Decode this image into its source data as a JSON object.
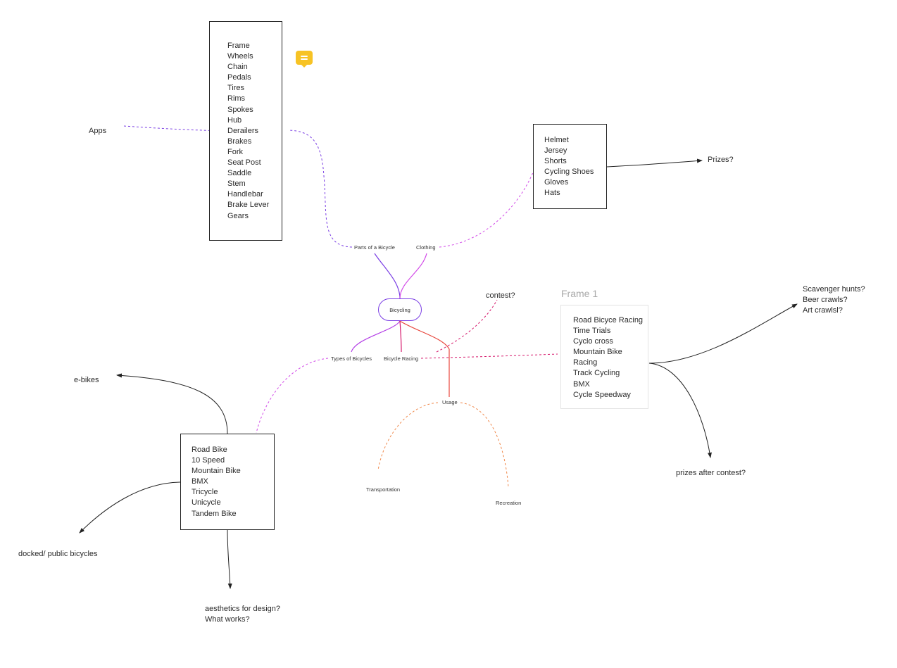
{
  "center": {
    "label": "Bicycling"
  },
  "branches": {
    "parts": "Parts of a Bicycle",
    "clothing": "Clothing",
    "types": "Types of Bicycles",
    "racing": "Bicycle Racing",
    "usage": "Usage",
    "transportation": "Transportation",
    "recreation": "Recreation"
  },
  "parts_list": [
    "Frame",
    "Wheels",
    "Chain",
    "Pedals",
    "Tires",
    "Rims",
    "Spokes",
    "Hub",
    "Derailers",
    "Brakes",
    "Fork",
    "Seat Post",
    "Saddle",
    "Stem",
    "Handlebar",
    "Brake Lever",
    "Gears"
  ],
  "clothing_list": [
    "Helmet",
    "Jersey",
    "Shorts",
    "Cycling Shoes",
    "Gloves",
    "Hats"
  ],
  "types_list": [
    "Road Bike",
    "10 Speed",
    "Mountain Bike",
    "BMX",
    "Tricycle",
    "Unicycle",
    "Tandem Bike"
  ],
  "frame1": {
    "title": "Frame 1",
    "items": [
      "Road Bicyce Racing",
      "Time Trials",
      "Cyclo cross",
      "Mountain Bike",
      "Racing",
      "Track Cycling",
      "BMX",
      "Cycle Speedway"
    ]
  },
  "notes": {
    "apps": "Apps",
    "prizes": "Prizes?",
    "contest": "contest?",
    "ebikes": "e-bikes",
    "docked": "docked/ public bicycles",
    "aesthetics": [
      "aesthetics for design?",
      "What works?"
    ],
    "crawls": [
      "Scavenger hunts?",
      "Beer crawls?",
      "Art crawlsl?"
    ],
    "prizes_after": "prizes after contest?"
  },
  "colors": {
    "purple": "#7b3fe4",
    "magenta": "#d24ae8",
    "red": "#e8463c",
    "orange": "#f0884a",
    "comment": "#f7c324",
    "line": "#222222"
  }
}
